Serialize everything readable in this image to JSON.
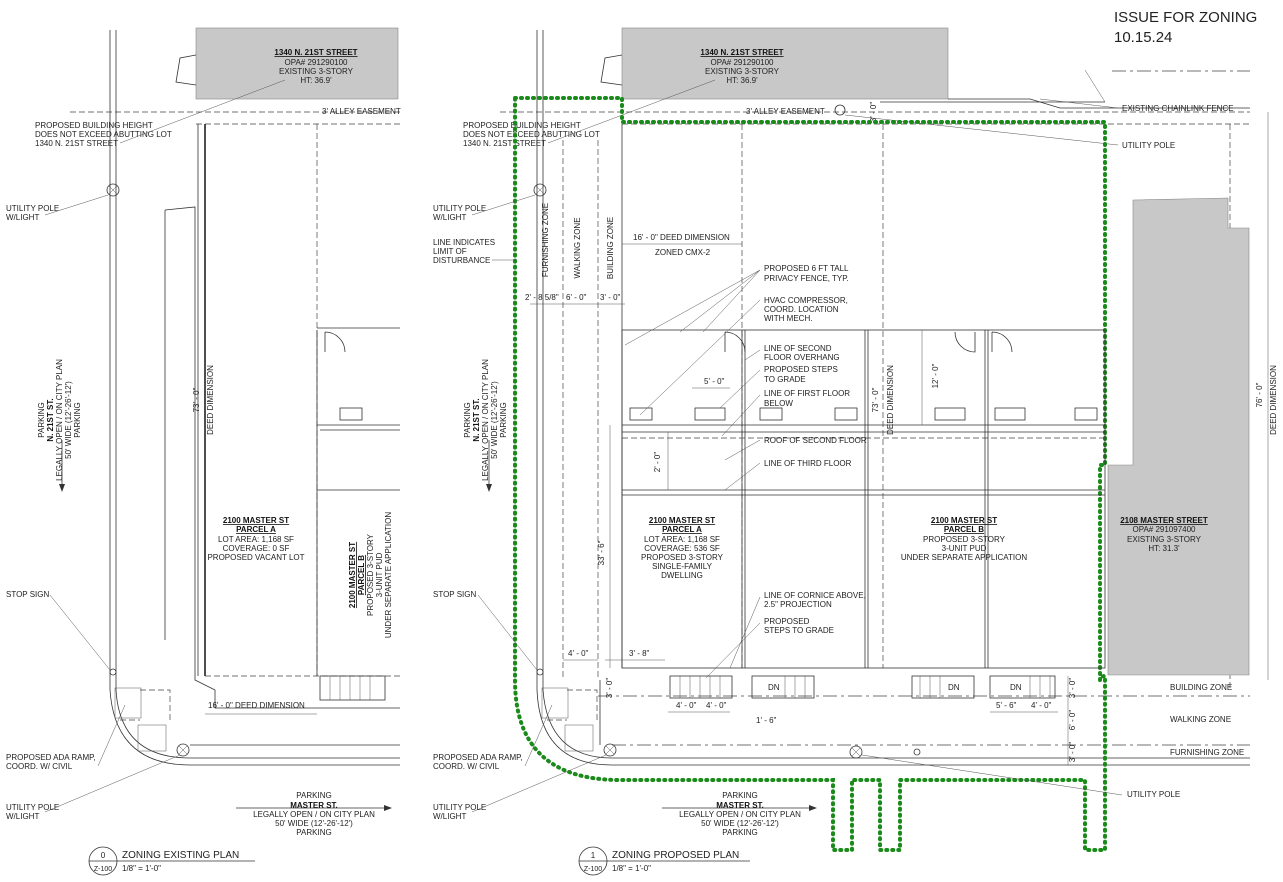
{
  "header": {
    "issue": "ISSUE FOR ZONING",
    "date": "10.15.24"
  },
  "left_plan": {
    "neighbor_title": "1340 N. 21ST STREET",
    "neighbor_opa": "OPA# 291290100",
    "neighbor_story": "EXISTING 3-STORY",
    "neighbor_ht": "HT: 36.9'",
    "alley": "3' ALLEY EASEMENT",
    "height_note_1": "PROPOSED BUILDING HEIGHT",
    "height_note_2": "DOES NOT EXCEED ABUTTING LOT",
    "height_note_3": "1340 N. 21ST STREET",
    "pole_1": "UTILITY POLE",
    "pole_2": "W/LIGHT",
    "street_1": "PARKING",
    "street_2": "N. 21ST ST.",
    "street_3": "LEGALLY OPEN / ON CITY PLAN",
    "street_4": "50' WIDE (12'-26'-12')",
    "street_5": "PARKING",
    "deed_dim": "DEED DIMENSION",
    "dim_73": "73' - 0\"",
    "parcel_a_title": "2100 MASTER ST",
    "parcel_a_sub": "PARCEL A",
    "parcel_a_area": "LOT AREA: 1,168 SF",
    "parcel_a_cov": "COVERAGE: 0 SF",
    "parcel_a_use": "PROPOSED VACANT LOT",
    "parcel_b_title": "2100 MASTER ST",
    "parcel_b_sub": "PARCEL B",
    "parcel_b_story": "PROPOSED 3-STORY",
    "parcel_b_unit": "3-UNIT PUD",
    "parcel_b_app": "UNDER SEPARATE APPLICATION",
    "stop_sign": "STOP SIGN",
    "deed_16": "16' - 0\" DEED DIMENSION",
    "ada_1": "PROPOSED ADA RAMP,",
    "ada_2": "COORD. W/ CIVIL",
    "pole_b_1": "UTILITY POLE",
    "pole_b_2": "W/LIGHT",
    "master_1": "PARKING",
    "master_2": "MASTER ST.",
    "master_3": "LEGALLY OPEN / ON CITY PLAN",
    "master_4": "50' WIDE (12'-26'-12')",
    "master_5": "PARKING",
    "title_num": "0",
    "title_sheet": "Z-100",
    "title_text": "ZONING EXISTING PLAN",
    "title_scale": "1/8\" = 1'-0\""
  },
  "right_plan": {
    "neighbor_title": "1340 N. 21ST STREET",
    "neighbor_opa": "OPA# 291290100",
    "neighbor_story": "EXISTING 3-STORY",
    "neighbor_ht": "HT: 36.9'",
    "alley": "3' ALLEY EASEMENT",
    "alley_dim": "3' - 0\"",
    "fence": "EXISTING CHAINLINK FENCE",
    "pole_r": "UTILITY POLE",
    "height_note_1": "PROPOSED BUILDING HEIGHT",
    "height_note_2": "DOES NOT EXCEED ABUTTING LOT",
    "height_note_3": "1340 N. 21ST STREET",
    "pole_1": "UTILITY POLE",
    "pole_2": "W/LIGHT",
    "lod_1": "LINE INDICATES",
    "lod_2": "LIMIT OF",
    "lod_3": "DISTURBANCE",
    "furnishing_zone": "FURNISHING ZONE",
    "walking_zone": "WALKING ZONE",
    "building_zone": "BUILDING ZONE",
    "deed_16": "16' - 0\" DEED DIMENSION",
    "zoned": "ZONED CMX-2",
    "dim_285": "2' - 8 5/8\"",
    "dim_6": "6' - 0\"",
    "dim_3": "3' - 0\"",
    "fence_1": "PROPOSED 6 FT TALL",
    "fence_2": "PRIVACY FENCE, TYP.",
    "hvac_1": "HVAC COMPRESSOR,",
    "hvac_2": "COORD. LOCATION",
    "hvac_3": "WITH MECH.",
    "overhang_1": "LINE OF SECOND",
    "overhang_2": "FLOOR OVERHANG",
    "steps_1": "PROPOSED STEPS",
    "steps_2": "TO GRADE",
    "first_1": "LINE OF FIRST FLOOR",
    "first_2": "BELOW",
    "roof2": "ROOF OF SECOND FLOOR",
    "third": "LINE OF THIRD FLOOR",
    "dim_5": "5' - 0\"",
    "dim_2": "2' - 0\"",
    "dim_12": "12' - 0\"",
    "dim_73": "73' - 0\"",
    "dim_76": "76' - 0\"",
    "deed_dim": "DEED DIMENSION",
    "street_1": "PARKING",
    "street_2": "N. 21ST ST.",
    "street_3": "LEGALLY OPEN / ON CITY PLAN",
    "street_4": "50' WIDE (12'-26'-12')",
    "street_5": "PARKING",
    "parcel_a_title": "2100 MASTER ST",
    "parcel_a_sub": "PARCEL A",
    "parcel_a_area": "LOT AREA: 1,168 SF",
    "parcel_a_cov": "COVERAGE: 536 SF",
    "parcel_a_story": "PROPOSED 3-STORY",
    "parcel_a_use_1": "SINGLE-FAMILY",
    "parcel_a_use_2": "DWELLING",
    "dim_336": "33' - 6\"",
    "parcel_b_title": "2100 MASTER ST",
    "parcel_b_sub": "PARCEL B",
    "parcel_b_story": "PROPOSED 3-STORY",
    "parcel_b_unit": "3-UNIT PUD",
    "parcel_b_app": "UNDER SEPARATE APPLICATION",
    "adj_title": "2108 MASTER STREET",
    "adj_opa": "OPA# 291097400",
    "adj_story": "EXISTING 3-STORY",
    "adj_ht": "HT: 31.3'",
    "stop_sign": "STOP SIGN",
    "cornice_1": "LINE OF CORNICE ABOVE,",
    "cornice_2": "2.5\" PROJECTION",
    "psteps_1": "PROPOSED",
    "psteps_2": "STEPS TO GRADE",
    "dim_4": "4' - 0\"",
    "dim_38": "3' - 8\"",
    "dim_16": "1' - 6\"",
    "dim_4a": "4' - 0\"",
    "dim_4b": "4' - 0\"",
    "dim_56": "5' - 6\"",
    "dim_4c": "4' - 0\"",
    "dim_3v": "3' - 0\"",
    "dim_6v": "6' - 0\"",
    "dim_3v2": "3' - 0\"",
    "dim_3v3": "3' - 0\"",
    "dn": "DN",
    "walking_zone_h": "WALKING ZONE",
    "furnishing_zone_h": "FURNISHING ZONE",
    "ada_1": "PROPOSED ADA RAMP,",
    "ada_2": "COORD. W/ CIVIL",
    "pole_b_1": "UTILITY POLE",
    "pole_b_2": "W/LIGHT",
    "pole_br": "UTILITY POLE",
    "master_1": "PARKING",
    "master_2": "MASTER ST.",
    "master_3": "LEGALLY OPEN / ON CITY PLAN",
    "master_4": "50' WIDE (12'-26'-12')",
    "master_5": "PARKING",
    "title_num": "1",
    "title_sheet": "Z-100",
    "title_text": "ZONING PROPOSED PLAN",
    "title_scale": "1/8\" = 1'-0\""
  }
}
